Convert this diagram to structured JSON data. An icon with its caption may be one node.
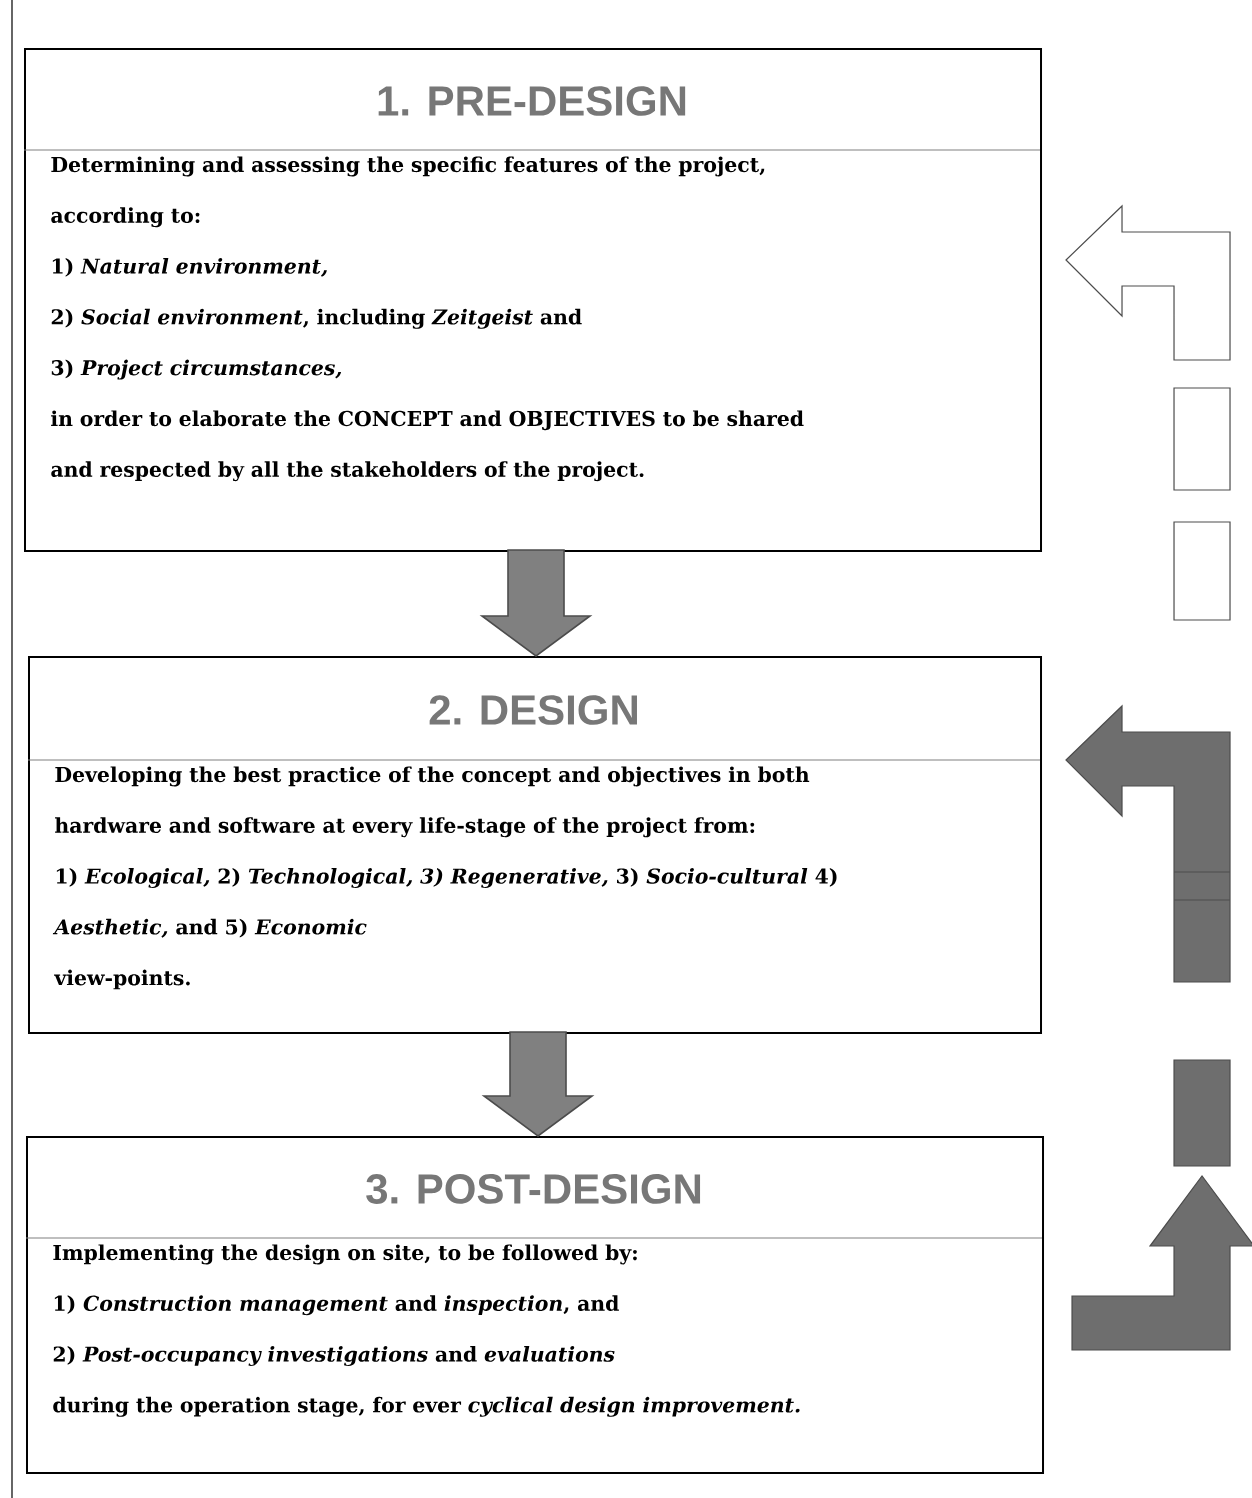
{
  "diagram": {
    "nodes": [
      {
        "text": [
          "1. PRE-DESIGN",
          "Determining and assessing the specific features of the project, according to:",
          "1) *Natural environment,*",
          "2) *Social environment*, including *Zeitgeist* and",
          "3) *Project circumstances,*",
          "in order to elaborate the CONCEPT and OBJECTIVES to be shared and respected by all the stakeholders of the project."
        ]
      },
      {
        "text": [
          "2. DESIGN",
          "Developing the best practice of the concept and objectives in both hardware and software at every life-stage of the project from:",
          "1) *Ecological,* 2) *Technological, 3) Regenerative,* 3) *Socio-cultural* 4) *Aesthetic,* and 5) *Economic*",
          "view-points."
        ]
      },
      {
        "text": [
          "3. POST-DESIGN",
          "Implementing the design on site, to be followed by:",
          "1) *Construction management* and *inspection*, and",
          "2) *Post-occupancy investigations* and *evaluations*",
          "during the operation stage, for ever *cyclical design improvement.*"
        ]
      }
    ],
    "edges": [
      {
        "from": 0,
        "to": 1,
        "arrow": "to",
        "style": "thick",
        "color": "#808080"
      },
      {
        "from": 1,
        "to": 2,
        "arrow": "to",
        "style": "thick",
        "color": "#808080"
      }
    ]
  }
}
